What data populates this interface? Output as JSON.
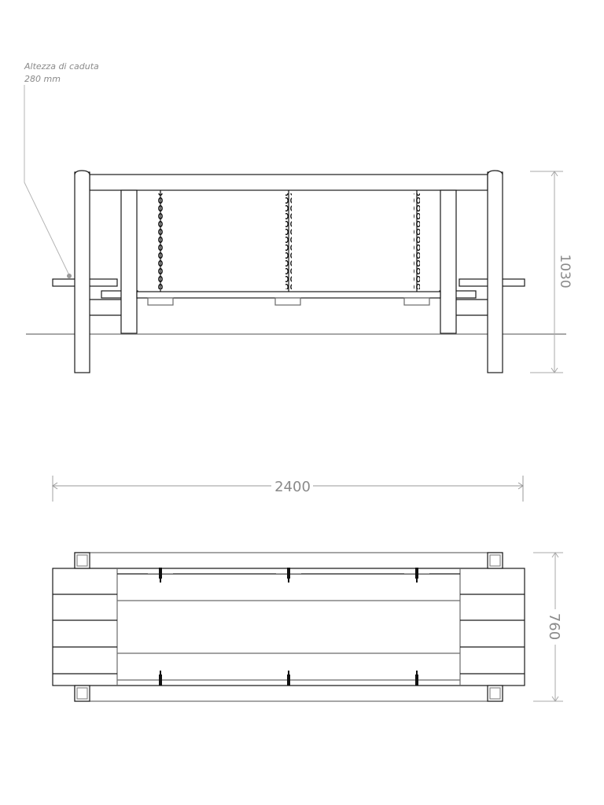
{
  "annotation": {
    "line1": "Altezza di caduta",
    "line2": "280 mm"
  },
  "dimensions": {
    "height": "1030",
    "length": "2400",
    "width": "760"
  },
  "views": {
    "front": "front-elevation",
    "top": "plan-view"
  },
  "colors": {
    "line": "#1a1a1a",
    "dimension": "#9a9a9a",
    "ground": "#8a8a8a"
  }
}
